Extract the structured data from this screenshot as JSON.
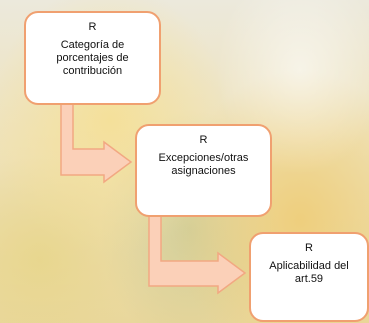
{
  "colors": {
    "box_border": "#f0a070",
    "box_fill": "#ffffff",
    "arrow_fill": "#fbd0b8",
    "arrow_stroke": "#f2a882"
  },
  "steps": [
    {
      "letter": "R",
      "text": "Categoría de porcentajes de contribución"
    },
    {
      "letter": "R",
      "text": "Excepciones/otras asignaciones"
    },
    {
      "letter": "R",
      "text": "Aplicabilidad del art.59"
    }
  ]
}
